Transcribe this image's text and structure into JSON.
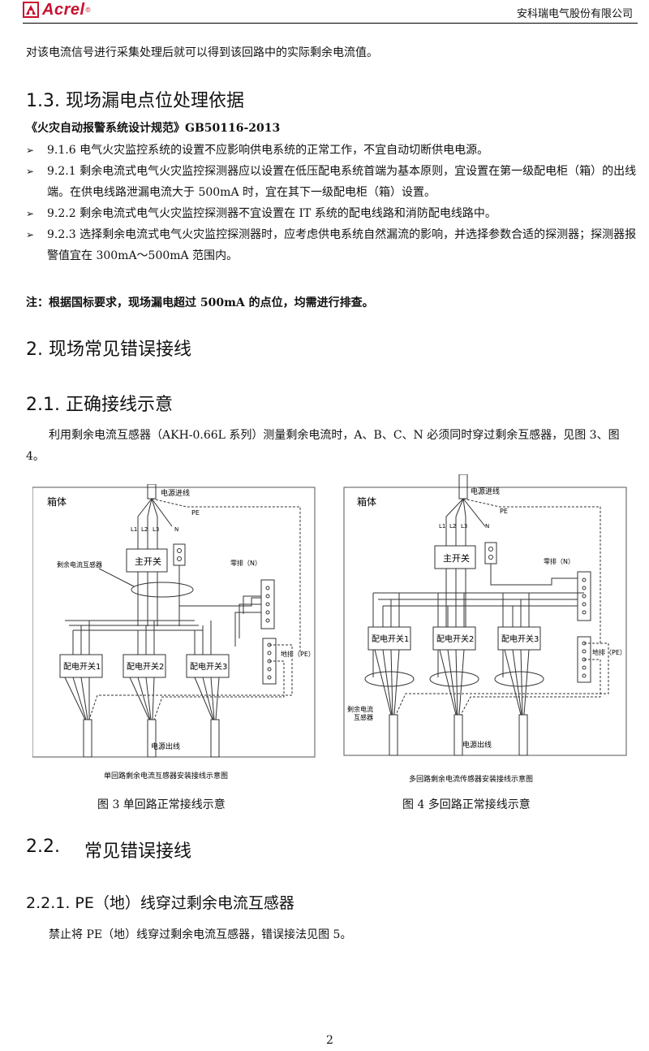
{
  "header": {
    "logo_text": "Acrel",
    "logo_mark": "®",
    "company": "安科瑞电气股份有限公司"
  },
  "intro_line": "对该电流信号进行采集处理后就可以得到该回路中的实际剩余电流值。",
  "section_1_3": {
    "heading": "1.3. 现场漏电点位处理依据",
    "standard": "《火灾自动报警系统设计规范》GB50116-2013",
    "bullets": [
      "9.1.6 电气火灾监控系统的设置不应影响供电系统的正常工作，不宜自动切断供电电源。",
      "9.2.1 剩余电流式电气火灾监控探测器应以设置在低压配电系统首端为基本原则，宜设置在第一级配电柜（箱）的出线端。在供电线路泄漏电流大于 500mA 时，宜在其下一级配电柜（箱）设置。",
      "9.2.2 剩余电流式电气火灾监控探测器不宜设置在 IT 系统的配电线路和消防配电线路中。",
      "9.2.3 选择剩余电流式电气火灾监控探测器时，应考虑供电系统自然漏流的影响，并选择参数合适的探测器；探测器报警值宜在 300mA～500mA 范围内。"
    ],
    "note": "注：根据国标要求，现场漏电超过 500mA 的点位，均需进行排查。"
  },
  "section_2": {
    "heading": "2. 现场常见错误接线"
  },
  "section_2_1": {
    "heading": "2.1. 正确接线示意",
    "paragraph": "利用剩余电流互感器（AKH-0.66L 系列）测量剩余电流时，A、B、C、N 必须同时穿过剩余互感器，见图 3、图 4。"
  },
  "figure_3": {
    "box_label": "箱体",
    "power_in": "电源进线",
    "pe": "PE",
    "l1": "L1",
    "l2": "L2",
    "l3": "L3",
    "n": "N",
    "main_switch": "主开关",
    "rcct": "剩余电流互感器",
    "neutral_bar": "零排（N）",
    "earth_bar": "地排（PE）",
    "switch_1": "配电开关1",
    "switch_2": "配电开关2",
    "switch_3": "配电开关3",
    "power_out": "电源出线",
    "inner_title": "单回路剩余电流互感器安装接线示意图",
    "caption": "图 3  单回路正常接线示意"
  },
  "figure_4": {
    "box_label": "箱体",
    "power_in": "电源进线",
    "pe": "PE",
    "l1": "L1",
    "l2": "L2",
    "l3": "L3",
    "n": "N",
    "main_switch": "主开关",
    "neutral_bar": "零排（N）",
    "earth_bar": "地排（PE）",
    "switch_1": "配电开关1",
    "switch_2": "配电开关2",
    "switch_3": "配电开关3",
    "rcct_line1": "剩余电流",
    "rcct_line2": "互感器",
    "power_out": "电源出线",
    "inner_title": "多回路剩余电流传感器安装接线示意图",
    "caption": "图 4  多回路正常接线示意"
  },
  "section_2_2": {
    "number": "2.2.",
    "title": "常见错误接线"
  },
  "section_2_2_1": {
    "heading": "2.2.1.  PE（地）线穿过剩余电流互感器",
    "paragraph": "禁止将 PE（地）线穿过剩余电流互感器，错误接法见图 5。"
  },
  "page_number": "2"
}
